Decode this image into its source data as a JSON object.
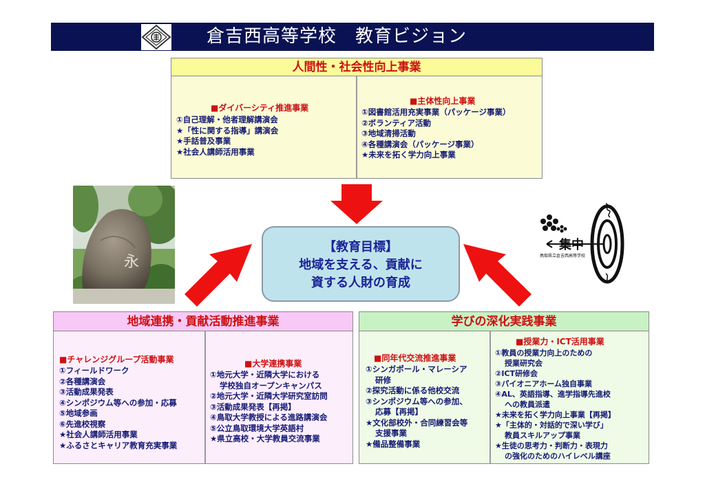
{
  "header": {
    "title": "倉吉西高等学校　教育ビジョン"
  },
  "top": {
    "title": "人間性・社会性向上事業",
    "left": {
      "title": "■ダイバーシティ推進事業",
      "items": [
        "①自己理解・他者理解講演会",
        "★「性に関する指導」講演会",
        "★手話普及事業",
        "★社会人講師活用事業"
      ]
    },
    "right": {
      "title": "■主体性向上事業",
      "items": [
        "①図書館活用充実事業（パッケージ事業）",
        "②ボランティア活動",
        "③地域清掃活動",
        "④各種講演会（パッケージ事業）",
        "★未来を拓く学力向上事業"
      ]
    }
  },
  "goal": {
    "line1": "【教育目標】",
    "line2": "地域を支える、貢献に",
    "line3": "資する人財の育成"
  },
  "left_box": {
    "title": "地域連携・貢献活動推進事業",
    "col1": {
      "title": "■チャレンジグループ活動事業",
      "items": [
        "①フィールドワーク",
        "②各種講演会",
        "③活動成果発表",
        "④シンポジウム等への参加・応募",
        "⑤地域参画",
        "⑥先進校視察",
        "★社会人講師活用事業",
        "★ふるさとキャリア教育充実事業"
      ]
    },
    "col2": {
      "title": "■大学連携事業",
      "items": [
        "①地元大学・近隣大学における",
        "学校独自オープンキャンパス",
        "②地元大学・近隣大学研究室訪問",
        "③活動成果発表【再掲】",
        "④鳥取大学教授による進路講演会",
        "⑤公立鳥取環境大学英語村",
        "★県立高校・大学教員交流事業"
      ]
    }
  },
  "right_box": {
    "title": "学びの深化実践事業",
    "col1": {
      "title": "■同年代交流推進事業",
      "items": [
        "①シンガポール・マレーシア",
        "研修",
        "②探究活動に係る他校交流",
        "③シンポジウム等への参加、",
        "応募【再掲】",
        "★文化部校外・合同練習会等",
        "支援事業",
        "★備品整備事業"
      ]
    },
    "col2": {
      "title": "■授業力・ICT活用事業",
      "items": [
        "①教員の授業力向上のための",
        "授業研究会",
        "②ICT研修会",
        "③パイオニアホーム独自事業",
        "④AL、英語指導、進学指導先進校",
        "への教員派遣",
        "★未来を拓く学力向上事業【再掲】",
        "★「主体的・対話的で深い学び」",
        "教員スキルアップ事業",
        "★生徒の思考力・判断力・表現力",
        "の強化のためのハイレベル講座"
      ]
    }
  },
  "logo": {
    "text": "集中",
    "subtext": "鳥取県立倉吉西高等学校"
  },
  "colors": {
    "header_bg": "#0a1253",
    "arrow": "#ee1111",
    "title_red": "#cc1111",
    "text_navy": "#141a73"
  }
}
